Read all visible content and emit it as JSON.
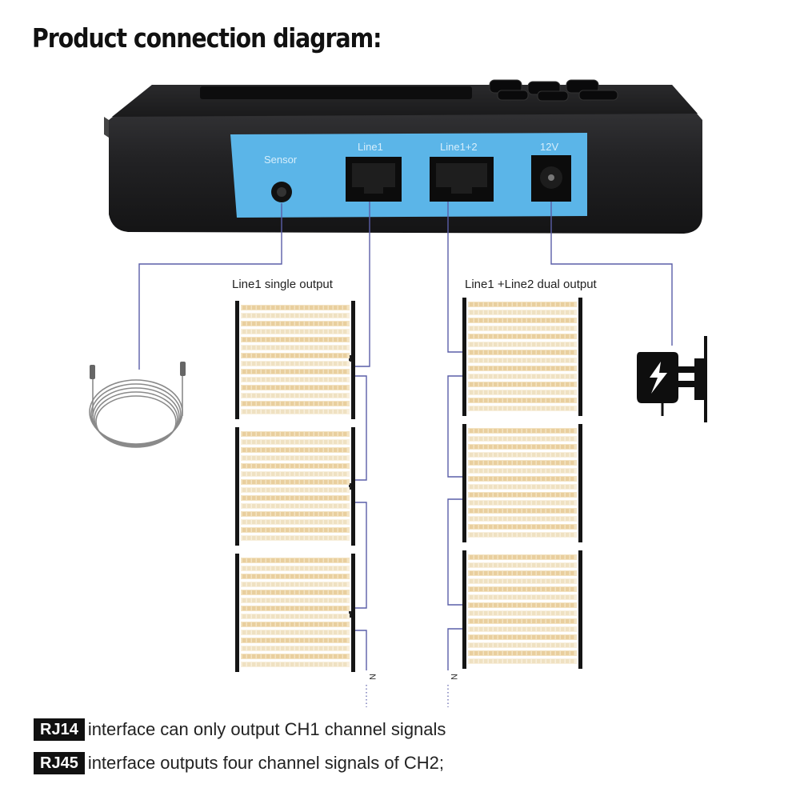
{
  "title": "Product connection diagram:",
  "controller": {
    "ports": {
      "sensor": "Sensor",
      "line1": "Line1",
      "line12": "Line1+2",
      "power": "12V"
    }
  },
  "groups": {
    "left_label": "Line1 single output",
    "right_label": "Line1 +Line2 dual output",
    "continuation": "N"
  },
  "notes": [
    {
      "badge": "RJ14",
      "text": "interface can only output CH1 channel signals"
    },
    {
      "badge": "RJ45",
      "text": "interface outputs four channel signals of CH2;"
    }
  ],
  "colors": {
    "port_panel": "#5bb5e8",
    "housing": "#1c1c1e",
    "wire": "#5a5ea8",
    "led": "#f3e3c2"
  }
}
